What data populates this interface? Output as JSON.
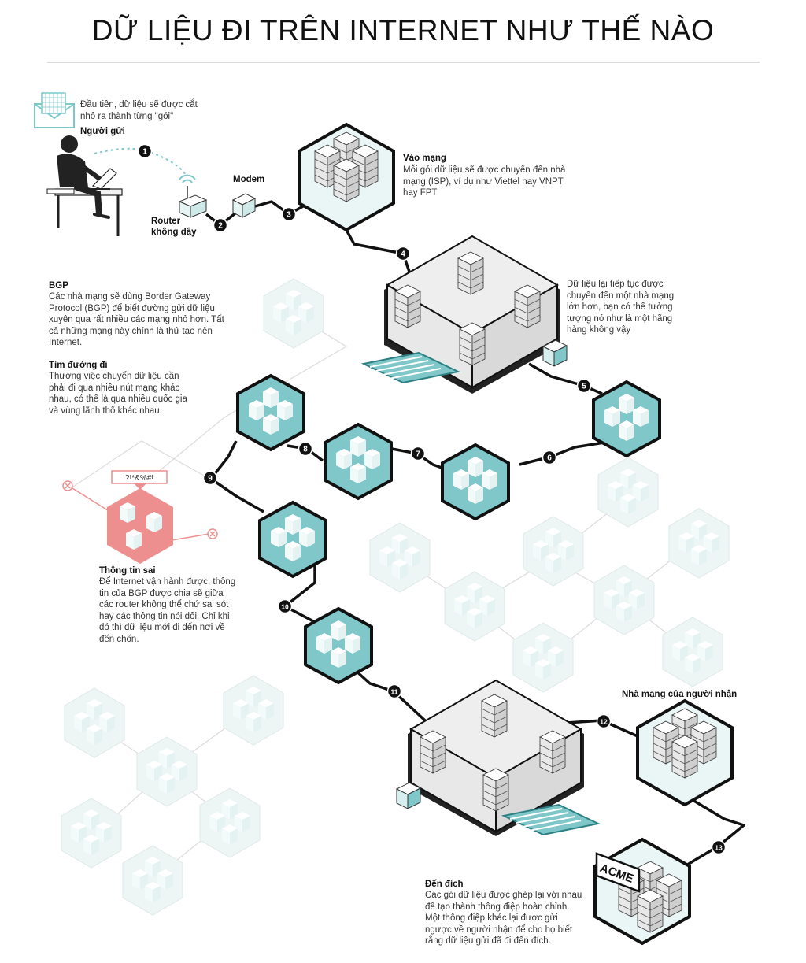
{
  "title": "DỮ LIỆU ĐI TRÊN INTERNET NHƯ THẾ NÀO",
  "sender": {
    "intro": "Đầu tiên, dữ liệu sẽ được cắt nhỏ ra thành từng \"gói\"",
    "label": "Người gửi"
  },
  "devices": {
    "router": "Router không dây",
    "modem": "Modem"
  },
  "isp": {
    "heading": "Vào mạng",
    "text": "Mỗi gói dữ liệu sẽ được chuyển đến nhà mạng (ISP), ví dụ như Viettel hay VNPT hay FPT"
  },
  "bigger_network": {
    "text": "Dữ liệu lại tiếp tục được chuyển đến một nhà mạng lớn hơn, bạn có thể tưởng tượng nó như là một hãng hàng không vậy"
  },
  "bgp": {
    "heading": "BGP",
    "text": "Các nhà mạng sẽ dùng Border Gateway Protocol (BGP) để biết đường gửi dữ liệu xuyên qua rất nhiều các mạng nhỏ hơn. Tất cả những mạng này chính là thứ tạo nên Internet."
  },
  "routing": {
    "heading": "Tìm đường đi",
    "text": "Thường việc chuyển dữ liệu cần phải đi qua nhiều nút mạng khác nhau, có thể là qua nhiều quốc gia và vùng lãnh thổ khác nhau."
  },
  "wrong_info": {
    "heading": "Thông tin sai",
    "text": "Để Internet vận hành được, thông tin của BGP được chia sẽ giữa các router không thể chứ sai sót hay các thông tin nói dối. Chỉ khi đó thì dữ liệu mới đi đến nơi về đến chốn."
  },
  "receiver_isp": {
    "label": "Nhà mạng của người nhận"
  },
  "destination": {
    "heading": "Đến đích",
    "text": "Các gói dữ liệu được ghép lại với nhau để tạo thành thông điệp hoàn chỉnh. Một thông điệp khác lại được gửi ngược về người nhận để cho họ biết rằng dữ liệu gửi đã đi đến đích.",
    "sign": "ACME"
  },
  "steps": [
    "1",
    "2",
    "3",
    "4",
    "5",
    "6",
    "7",
    "8",
    "9",
    "10",
    "11",
    "12",
    "13"
  ],
  "error_glyphs": "?!*&%#!",
  "colors": {
    "teal": "#7fc7c9",
    "teal_light": "#d7eeee",
    "error": "#ee8f8f",
    "ghost": "#e3eeee",
    "line": "#111111"
  }
}
